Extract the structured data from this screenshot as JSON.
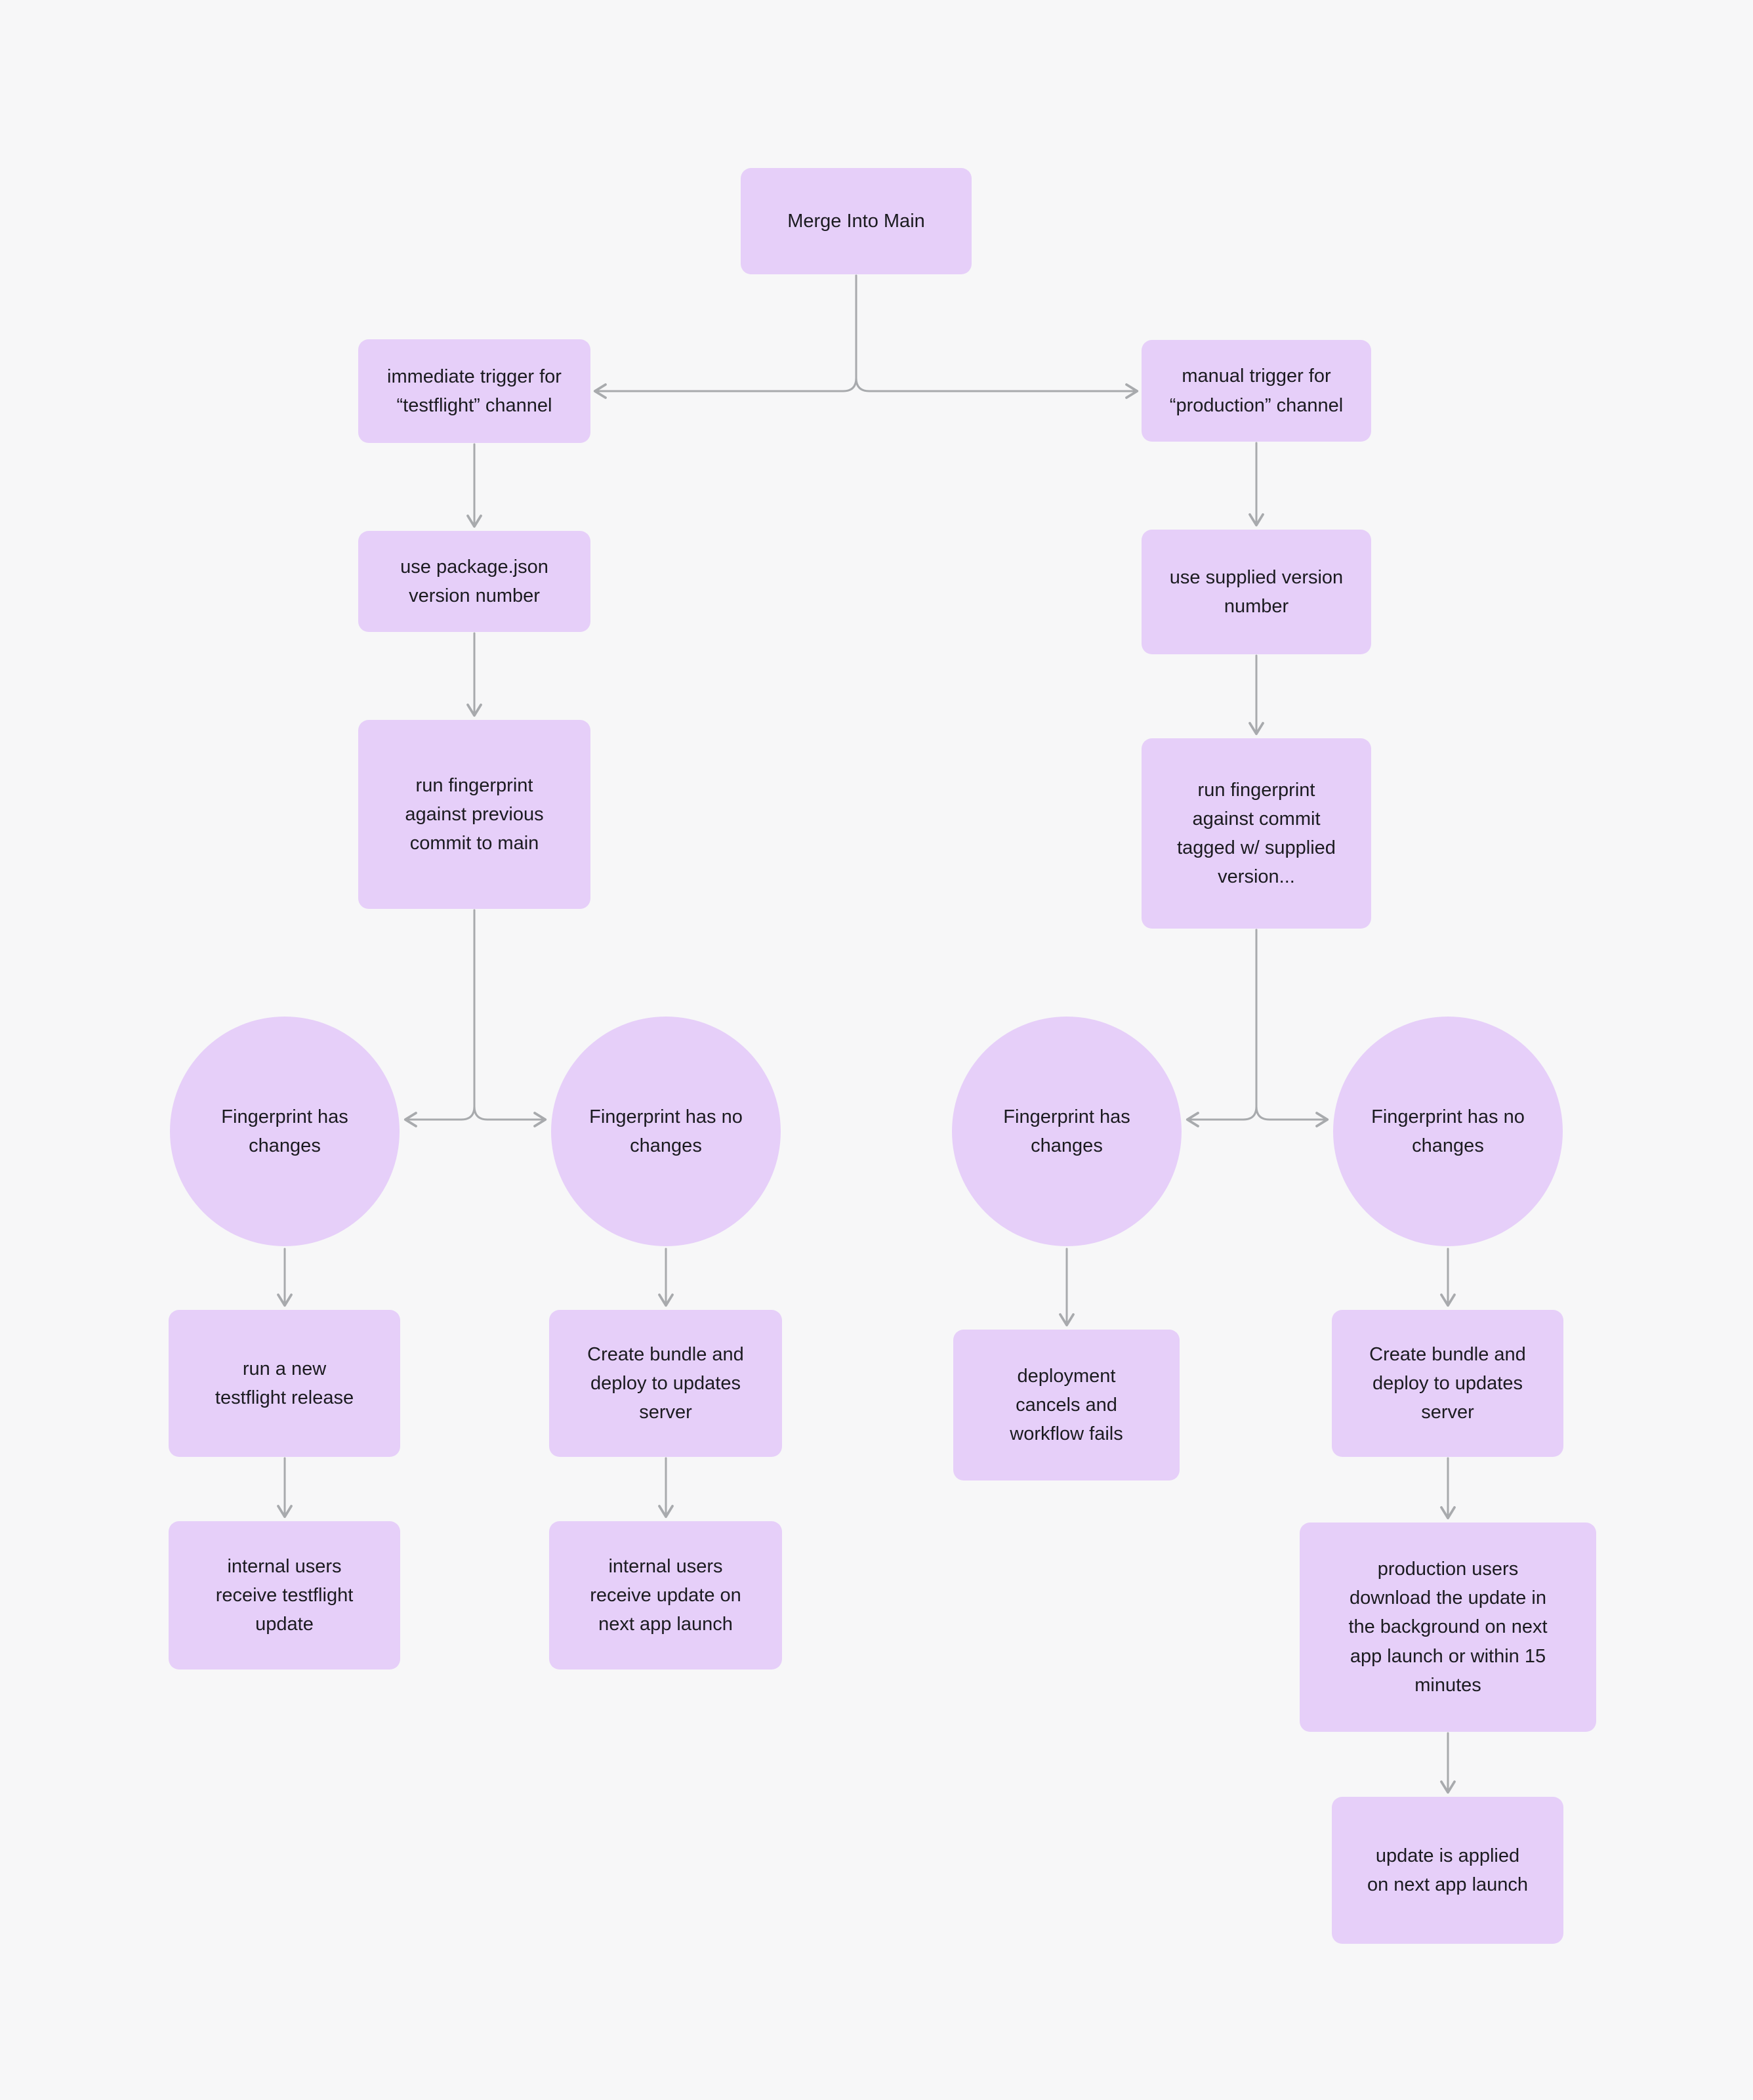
{
  "colors": {
    "background": "#f7f7f8",
    "node_fill": "#e6cff9",
    "arrow_color": "#a8aaad",
    "text_color": "#1b1b20"
  },
  "nodes": {
    "merge_into_main": {
      "label": "Merge Into Main"
    },
    "trigger_testflight": {
      "label": "immediate trigger for “testflight” channel"
    },
    "trigger_production": {
      "label": "manual trigger for “production” channel"
    },
    "use_package_json_version": {
      "label": "use package.json version number"
    },
    "use_supplied_version": {
      "label": "use supplied version number"
    },
    "fingerprint_previous_commit": {
      "label": "run fingerprint against previous commit to main"
    },
    "fingerprint_tagged_commit": {
      "label": "run fingerprint against commit tagged w/ supplied version..."
    },
    "tf_fingerprint_changes": {
      "label": "Fingerprint has changes"
    },
    "tf_fingerprint_no_changes": {
      "label": "Fingerprint has no changes"
    },
    "prod_fingerprint_changes": {
      "label": "Fingerprint has changes"
    },
    "prod_fingerprint_no_changes": {
      "label": "Fingerprint has no changes"
    },
    "new_testflight_release": {
      "label": "run a new testflight release"
    },
    "tf_create_bundle": {
      "label": "Create bundle and deploy to updates server"
    },
    "deployment_cancels": {
      "label": "deployment cancels and workflow fails"
    },
    "prod_create_bundle": {
      "label": "Create bundle and deploy to updates server"
    },
    "internal_users_testflight": {
      "label": "internal users receive testflight update"
    },
    "internal_users_next_launch": {
      "label": "internal users receive update on next app launch"
    },
    "production_users_download": {
      "label": "production users download the update in the background on next app launch or within 15 minutes"
    },
    "update_applied_next_launch": {
      "label": "update is applied on next app launch"
    }
  }
}
